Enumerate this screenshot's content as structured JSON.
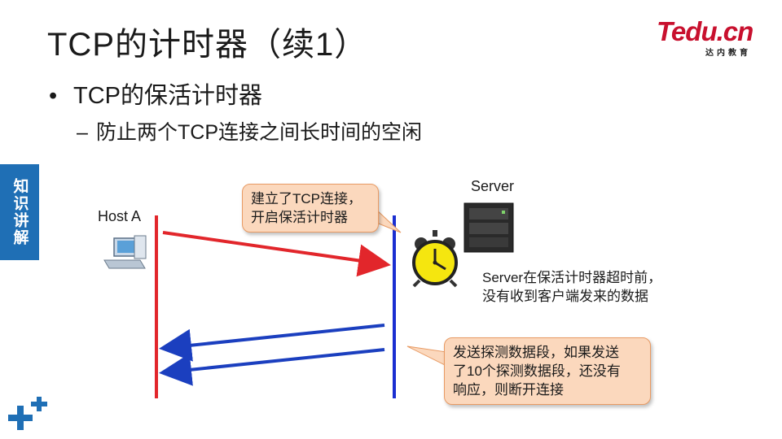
{
  "slide": {
    "title": "TCP的计时器（续1）",
    "bullet_level1": "TCP的保活计时器",
    "bullet_level2": "防止两个TCP连接之间长时间的空闲",
    "bullet_marker": "•",
    "dash_marker": "–",
    "side_tab": "知识讲解"
  },
  "logo": {
    "main": "Tedu.cn",
    "sub": "达内教育",
    "color": "#c8102e"
  },
  "diagram": {
    "host_label": "Host A",
    "server_label": "Server",
    "callout_top": [
      "建立了TCP连接，",
      "开启保活计时器"
    ],
    "server_note": [
      "Server在保活计时器超时前，",
      "没有收到客户端发来的数据"
    ],
    "callout_bottom": [
      "发送探测数据段，如果发送",
      "了10个探测数据段，还没有",
      "响应，则断开连接"
    ],
    "colors": {
      "host_line": "#e2262b",
      "server_line": "#1b2fd1",
      "request_arrow": "#e2262b",
      "probe_arrow": "#1b3fbf",
      "callout_fill": "#fbd8bd",
      "accent": "#1f6fb5"
    }
  }
}
